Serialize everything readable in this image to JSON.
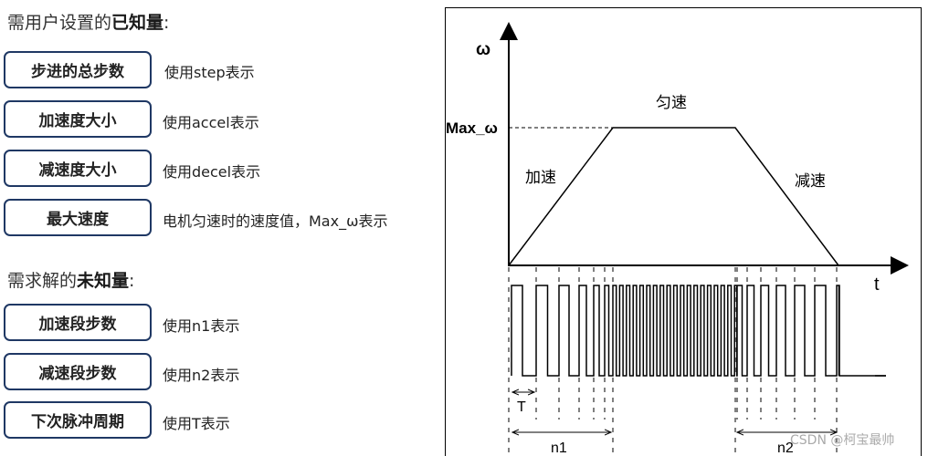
{
  "known": {
    "heading_pre": "需用户设置的",
    "heading_bold": "已知量",
    "heading_post": ":",
    "items": [
      {
        "label": "步进的总步数",
        "desc": "使用step表示"
      },
      {
        "label": "加速度大小",
        "desc": "使用accel表示"
      },
      {
        "label": "减速度大小",
        "desc": "使用decel表示"
      },
      {
        "label": "最大速度",
        "desc": "电机匀速时的速度值，Max_ω表示"
      }
    ]
  },
  "unknown": {
    "heading_pre": "需求解的",
    "heading_bold": "未知量",
    "heading_post": ":",
    "items": [
      {
        "label": "加速段步数",
        "desc": "使用n1表示"
      },
      {
        "label": "减速段步数",
        "desc": "使用n2表示"
      },
      {
        "label": "下次脉冲周期",
        "desc": "使用T表示"
      }
    ]
  },
  "diagram": {
    "y_axis": "ω",
    "x_axis": "t",
    "max_label": "Max_ω",
    "accel": "加速",
    "const": "匀速",
    "decel": "减速",
    "period": "T",
    "n1": "n1",
    "n2": "n2"
  },
  "watermark": "CSDN @柯宝最帅"
}
